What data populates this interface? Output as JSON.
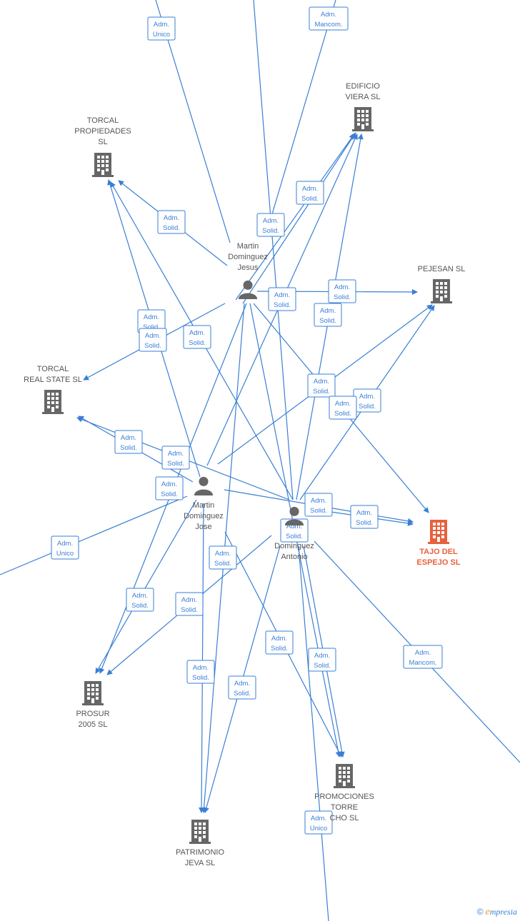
{
  "colors": {
    "edge": "#3a7fd5",
    "node": "#666666",
    "target": "#e8603c"
  },
  "nodes": {
    "torcal_propiedades": {
      "lines": [
        "TORCAL",
        "PROPIEDADES",
        "SL"
      ],
      "type": "company"
    },
    "edificio_viera": {
      "lines": [
        "EDIFICIO",
        "VIERA SL"
      ],
      "type": "company"
    },
    "pejesan": {
      "lines": [
        "PEJESAN SL"
      ],
      "type": "company"
    },
    "torcal_real_state": {
      "lines": [
        "TORCAL",
        "REAL STATE SL"
      ],
      "type": "company"
    },
    "tajo_espejo": {
      "lines": [
        "TAJO DEL",
        "ESPEJO SL"
      ],
      "type": "company-target"
    },
    "prosur": {
      "lines": [
        "PROSUR",
        "2005 SL"
      ],
      "type": "company"
    },
    "promociones_torre": {
      "lines": [
        "PROMOCIONES",
        "TORRE",
        "CHO SL"
      ],
      "type": "company"
    },
    "patrimonio_jeva": {
      "lines": [
        "PATRIMONIO",
        "JEVA SL"
      ],
      "type": "company"
    },
    "martin_jesus": {
      "lines": [
        "Martin",
        "Dominguez",
        "Jesus"
      ],
      "type": "person"
    },
    "martin_jose": {
      "lines": [
        "Martin",
        "Dominguez",
        "Jose"
      ],
      "type": "person"
    },
    "dominguez_antonio": {
      "lines": [
        "Dominguez",
        "Antonio"
      ],
      "type": "person"
    }
  },
  "edge_labels": [
    [
      "Adm.",
      "Unico"
    ],
    [
      "Adm.",
      "Mancom."
    ],
    [
      "Adm.",
      "Solid."
    ],
    [
      "Adm.",
      "Solid."
    ],
    [
      "Adm.",
      "Solid."
    ],
    [
      "Adm.",
      "Solid."
    ],
    [
      "Adm.",
      "Solid."
    ],
    [
      "Adm.",
      "Solid."
    ],
    [
      "Adm.",
      "Solid."
    ],
    [
      "Adm.",
      "Solid."
    ],
    [
      "Adm.",
      "Solid."
    ],
    [
      "Adm.",
      "Solid."
    ],
    [
      "Adm.",
      "Solid."
    ],
    [
      "Adm.",
      "Solid."
    ],
    [
      "Adm.",
      "Solid."
    ],
    [
      "Adm.",
      "Solid."
    ],
    [
      "Adm.",
      "Solid."
    ],
    [
      "Adm.",
      "Solid."
    ],
    [
      "Adm.",
      "Unico"
    ],
    [
      "Adm.",
      "Solid."
    ],
    [
      "Adm.",
      "Solid."
    ],
    [
      "Adm.",
      "Solid."
    ],
    [
      "Adm.",
      "Solid."
    ],
    [
      "Adm.",
      "Solid."
    ],
    [
      "Adm.",
      "Solid."
    ],
    [
      "Adm.",
      "Solid."
    ],
    [
      "Adm.",
      "Mancom."
    ],
    [
      "Adm.",
      "Solid."
    ],
    [
      "Adm.",
      "Unico"
    ],
    [
      "Adm.",
      "Solid."
    ]
  ],
  "footer": {
    "copyright": "©",
    "brand_e": "e",
    "brand_rest": "mpresia"
  }
}
